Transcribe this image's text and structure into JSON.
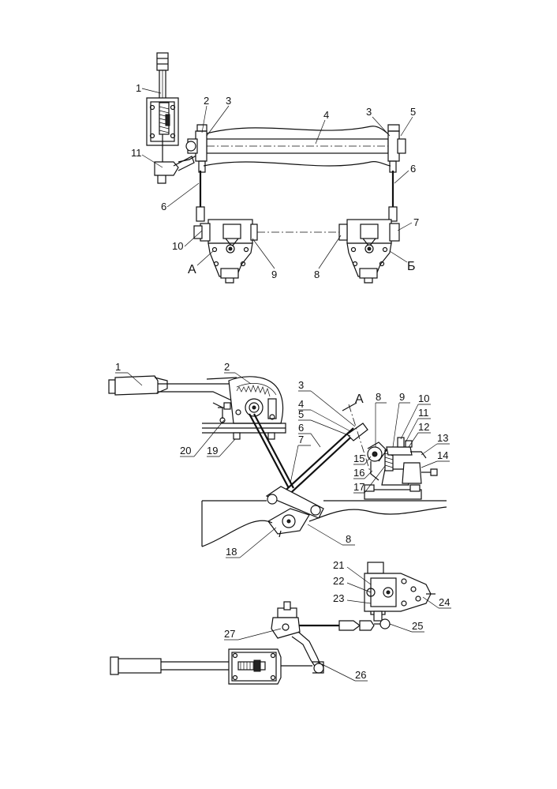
{
  "top_view": {
    "callouts": [
      "1",
      "2",
      "3",
      "4",
      "3",
      "5",
      "6",
      "11",
      "6",
      "10",
      "9",
      "8",
      "7"
    ],
    "view_letters": [
      "А",
      "Б"
    ]
  },
  "side_view": {
    "callouts": [
      "1",
      "2",
      "3",
      "А",
      "4",
      "5",
      "6",
      "7",
      "8",
      "9",
      "10",
      "11",
      "12",
      "13",
      "14",
      "15",
      "16",
      "17",
      "20",
      "19",
      "18",
      "8"
    ]
  },
  "bottom_view": {
    "callouts": [
      "21",
      "22",
      "23",
      "24",
      "25",
      "27",
      "26"
    ]
  }
}
